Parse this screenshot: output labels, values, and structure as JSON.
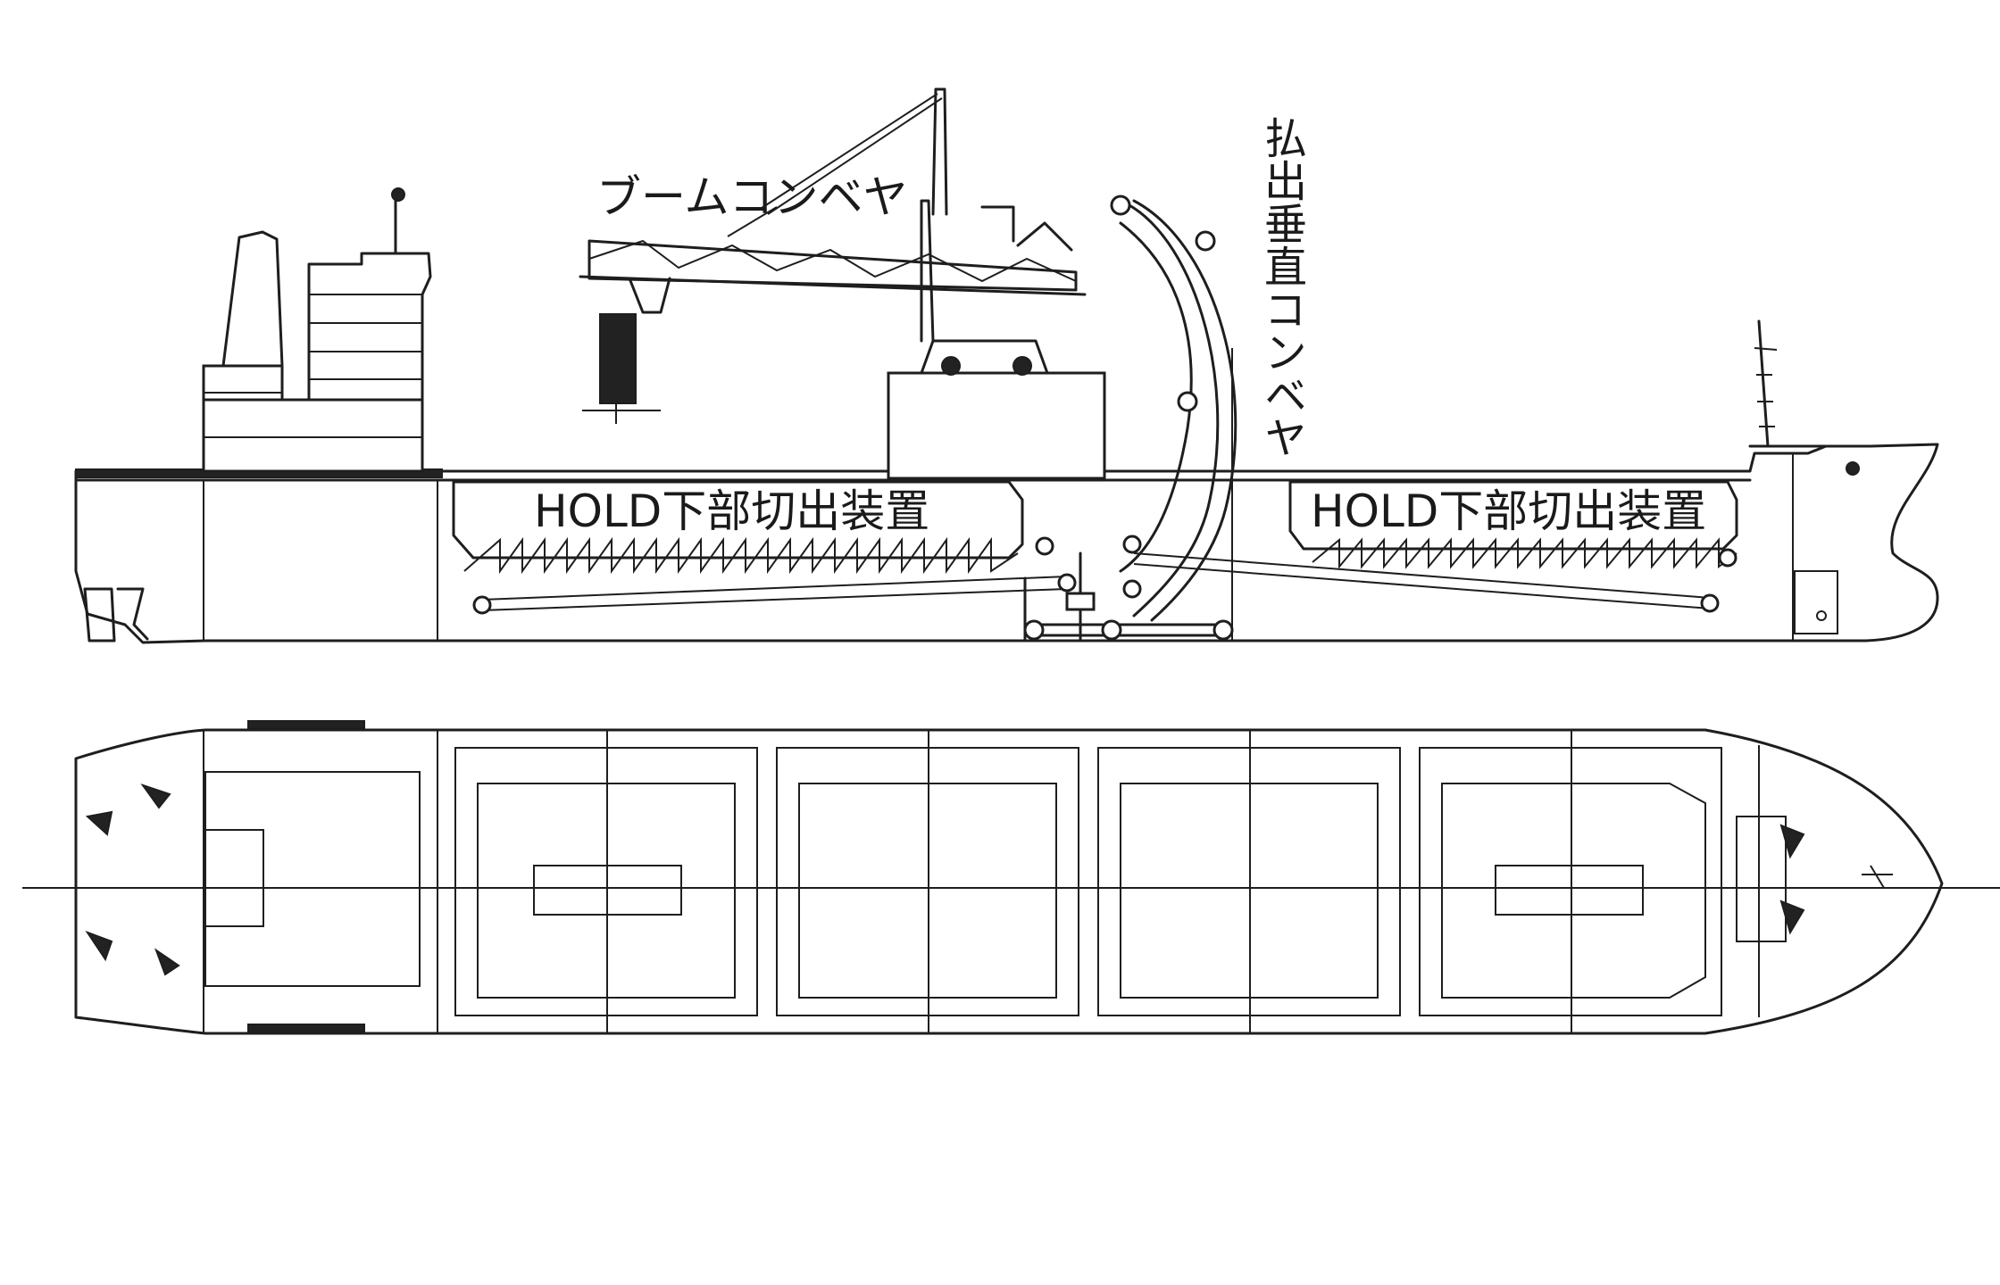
{
  "labels": {
    "boom_conveyor": "ブームコンベヤ",
    "vertical_conveyor": "払出垂直コンベヤ",
    "hold_aft": "HOLD下部切出装置",
    "hold_fwd": "HOLD下部切出装置"
  }
}
